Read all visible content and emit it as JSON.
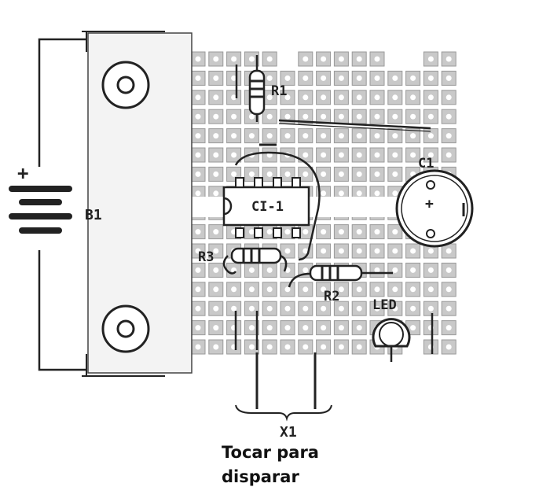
{
  "diagram": {
    "labels": {
      "r1": "R1",
      "ci1": "CI-1",
      "c1": "C1",
      "b1": "B1",
      "r3": "R3",
      "r2": "R2",
      "led": "LED",
      "x1": "X1",
      "battery_plus": "+",
      "c1_plus": "+"
    },
    "caption": {
      "line1": "Tocar para",
      "line2": "disparar"
    }
  }
}
